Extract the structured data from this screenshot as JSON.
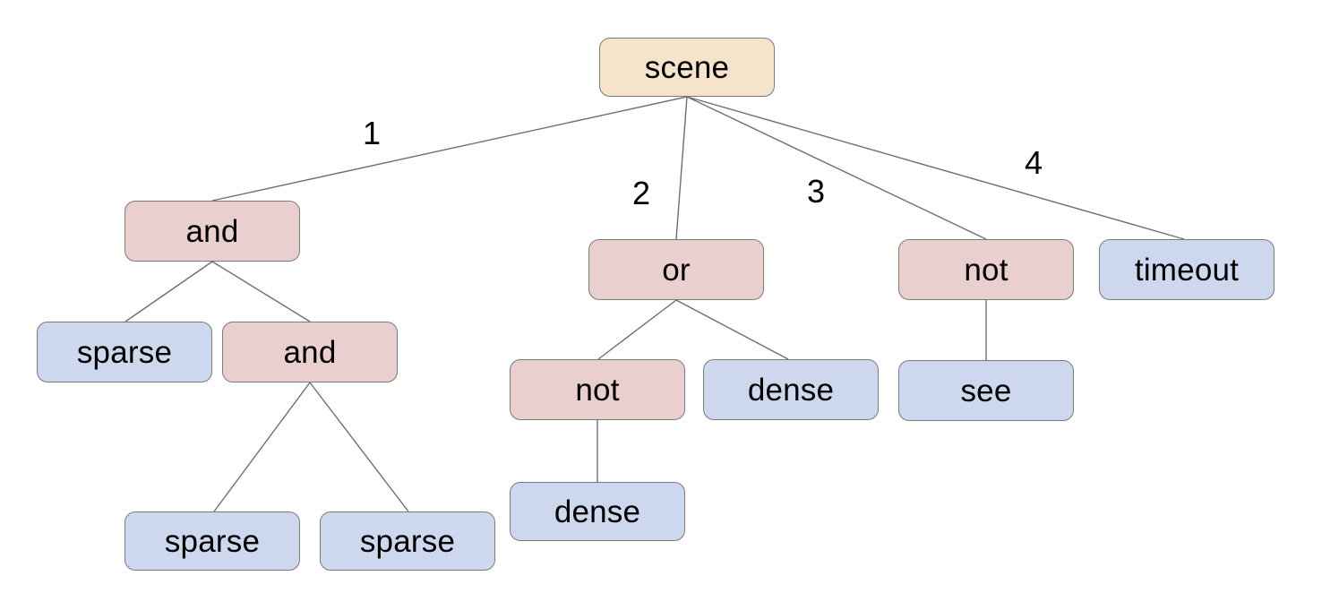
{
  "diagram": {
    "type": "tree",
    "colors": {
      "background": "#ffffff",
      "root_fill": "#f5e4cb",
      "operator_fill": "#e9cfcd",
      "leaf_fill": "#cdd8ee",
      "node_border": "#7a7a7a",
      "edge_line": "#6e6e6e",
      "text": "#000000"
    },
    "tree": {
      "label": "scene",
      "children": [
        {
          "edge_label": "1",
          "label": "and",
          "children": [
            {
              "label": "sparse",
              "children": []
            },
            {
              "label": "and",
              "children": [
                {
                  "label": "sparse",
                  "children": []
                },
                {
                  "label": "sparse",
                  "children": []
                }
              ]
            }
          ]
        },
        {
          "edge_label": "2",
          "label": "or",
          "children": [
            {
              "label": "not",
              "children": [
                {
                  "label": "dense",
                  "children": []
                }
              ]
            },
            {
              "label": "dense",
              "children": []
            }
          ]
        },
        {
          "edge_label": "3",
          "label": "not",
          "children": [
            {
              "label": "see",
              "children": []
            }
          ]
        },
        {
          "edge_label": "4",
          "label": "timeout",
          "children": []
        }
      ]
    }
  }
}
